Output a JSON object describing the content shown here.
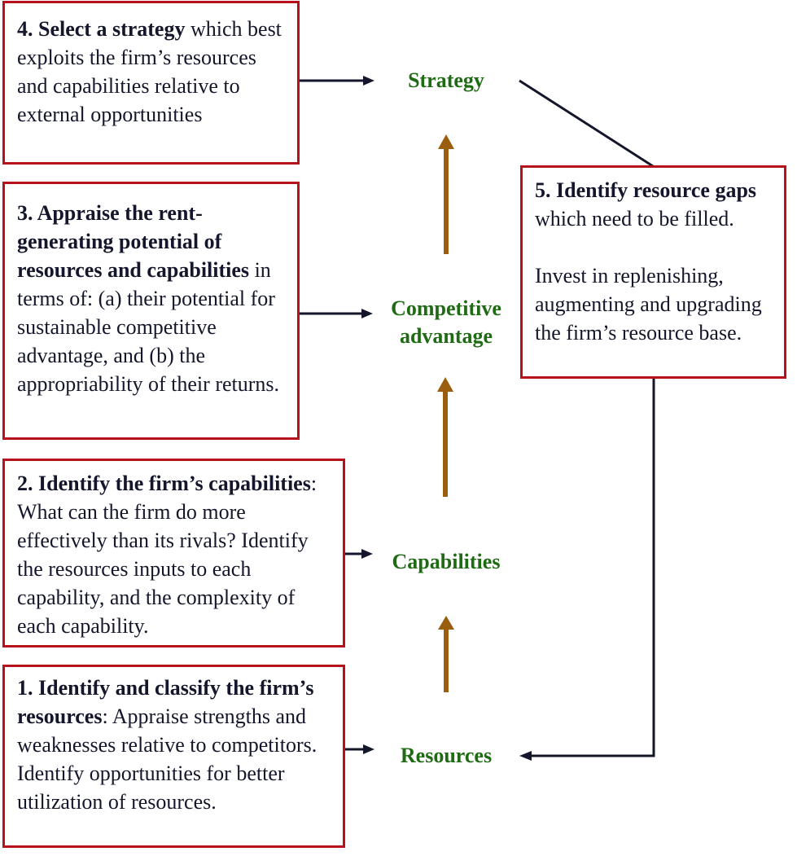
{
  "steps": {
    "step4": {
      "bold": "4. Select a strategy",
      "text": " which best exploits the firm’s resources and capabilities relative to external opportunities"
    },
    "step3": {
      "bold": "3. Appraise the rent-generating potential  of resources and  capabilities",
      "text": " in  terms of: (a) their potential for sustainable competitive advantage, and (b)  the appropriability of their returns."
    },
    "step2": {
      "bold": "2. Identify the firm’s capabilities",
      "text": ": What can the firm do more effectively than its rivals? Identify the resources inputs to each capability, and the complexity of each capability."
    },
    "step1": {
      "bold": "1. Identify and classify the firm’s resources",
      "text": ": Appraise strengths and weaknesses relative to competitors. Identify opportunities for better utilization of resources."
    },
    "step5": {
      "bold": "5. Identify resource gaps",
      "text": " which need to be filled.",
      "text2": "Invest in replenishing, augmenting and upgrading the firm’s resource base."
    }
  },
  "nodes": {
    "strategy": "Strategy",
    "competitive_line1": "Competitive",
    "competitive_line2": "advantage",
    "capabilities": "Capabilities",
    "resources": "Resources"
  },
  "colors": {
    "box_border": "#b5121b",
    "node_text": "#1e6b14",
    "up_arrow": "#9a5e0e",
    "connector": "#14162b"
  }
}
